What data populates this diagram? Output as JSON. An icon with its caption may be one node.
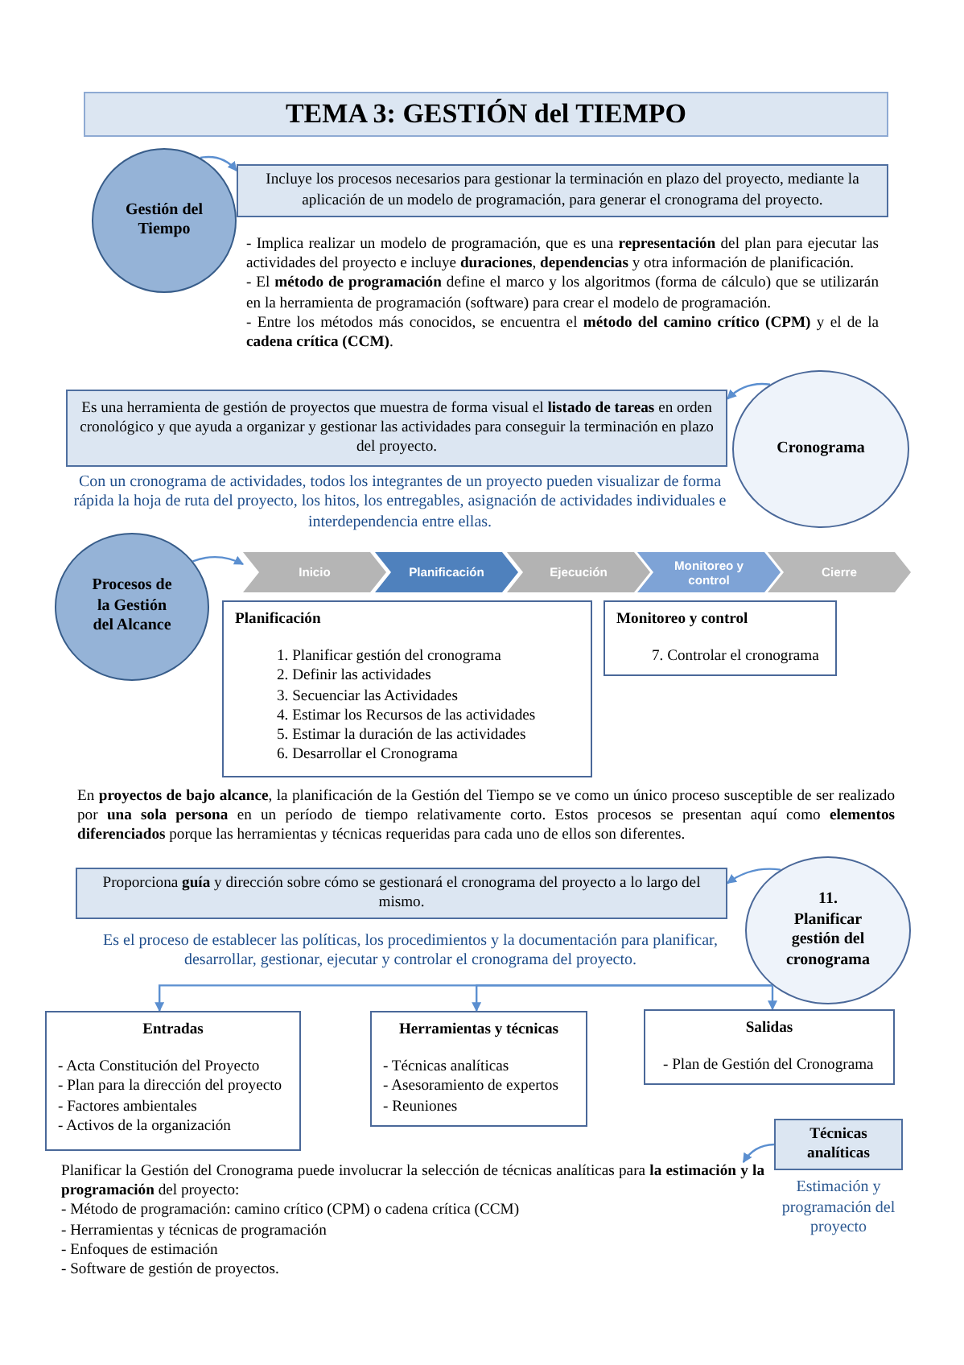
{
  "diagram": {
    "title": "TEMA 3: GESTIÓN del TIEMPO",
    "nodes": [
      {
        "text": [
          "Gestión del Tiempo"
        ]
      },
      {
        "text": [
          "Incluye los procesos necesarios para gestionar la terminación en plazo del proyecto, mediante la aplicación de un modelo de programación, para generar el cronograma del proyecto."
        ]
      },
      {
        "text": [
          "Es una herramienta de gestión de proyectos que muestra de forma visual el **listado de tareas** en orden cronológico y que ayuda a organizar y gestionar las actividades para conseguir la terminación en plazo del proyecto."
        ]
      },
      {
        "text": [
          "Cronograma"
        ]
      },
      {
        "text": [
          "Procesos de la Gestión del Alcance"
        ]
      },
      {
        "text": [
          "Inicio"
        ]
      },
      {
        "text": [
          "Planificación"
        ]
      },
      {
        "text": [
          "Ejecución"
        ]
      },
      {
        "text": [
          "Monitoreo y control"
        ]
      },
      {
        "text": [
          "Cierre"
        ]
      },
      {
        "text": [
          "Planificación",
          "1. Planificar gestión del cronograma",
          "2. Definir las actividades",
          "3. Secuenciar las Actividades",
          "4. Estimar los Recursos de las actividades",
          "5. Estimar la duración de las actividades",
          "6. Desarrollar el Cronograma"
        ]
      },
      {
        "text": [
          "Monitoreo y control",
          "7. Controlar el cronograma"
        ]
      },
      {
        "text": [
          "Proporciona **guía** y dirección sobre cómo se gestionará el cronograma del proyecto a lo largo del mismo."
        ]
      },
      {
        "text": [
          "11. Planificar gestión del cronograma"
        ]
      },
      {
        "text": [
          "Entradas",
          "- Acta Constitución del Proyecto",
          "- Plan para la dirección del proyecto",
          "- Factores ambientales",
          "- Activos de la organización"
        ]
      },
      {
        "text": [
          "Herramientas y técnicas",
          "- Técnicas analíticas",
          "- Asesoramiento de expertos",
          "- Reuniones"
        ]
      },
      {
        "text": [
          "Salidas",
          "- Plan de Gestión del Cronograma"
        ]
      },
      {
        "text": [
          "Técnicas analíticas"
        ],
        "beside": [
          "Estimación y programación del proyecto"
        ]
      },
      {
        "text": [
          "Planificar la Gestión del Cronograma puede involucrar la selección de técnicas analíticas para **la estimación y la programación** del proyecto:",
          "- Método de programación: camino crítico (CPM) o cadena crítica (CCM)",
          "- Herramientas y técnicas de programación",
          "- Enfoques de estimación",
          "- Software de gestión de proyectos."
        ]
      }
    ],
    "edges": [
      {
        "from": 0,
        "to": 1,
        "arrow": "to"
      },
      {
        "from": 3,
        "to": 2,
        "arrow": "to"
      },
      {
        "from": 4,
        "to": 5,
        "arrow": "to"
      },
      {
        "from": 13,
        "to": 12,
        "arrow": "to"
      },
      {
        "from": 13,
        "to": 14,
        "arrow": "to"
      },
      {
        "from": 13,
        "to": 15,
        "arrow": "to"
      },
      {
        "from": 13,
        "to": 16,
        "arrow": "to"
      },
      {
        "from": 17,
        "to": 18,
        "arrow": "to"
      }
    ],
    "labels": [
      "- Implica realizar un modelo de programación, que es una **representación** del plan para ejecutar las actividades del proyecto e incluye **duraciones**, **dependencias** y otra información de planificación.",
      "- El **método de programación** define el marco y los algoritmos (forma de cálculo) que se utilizarán en la herramienta de programación (software) para crear el modelo de programación.",
      "- Entre los métodos más conocidos, se encuentra el **método del camino crítico (CPM)** y el de la **cadena crítica (CCM)**.",
      "Con un cronograma de actividades, todos los integrantes de un proyecto pueden visualizar de forma rápida la hoja de ruta del proyecto, los hitos, los entregables, asignación de actividades individuales e interdependencia entre ellas.",
      "En **proyectos de bajo alcance**, la planificación de la Gestión del Tiempo se ve como un único proceso susceptible de ser realizado por **una sola persona** en un período de tiempo relativamente corto. Estos procesos se presentan aquí como **elementos diferenciados** porque las herramientas y técnicas requeridas para cada uno de ellos son diferentes.",
      "Es el proceso de establecer las políticas, los procedimientos y la documentación para planificar, desarrollar, gestionar, ejecutar y controlar el cronograma del proyecto."
    ]
  }
}
